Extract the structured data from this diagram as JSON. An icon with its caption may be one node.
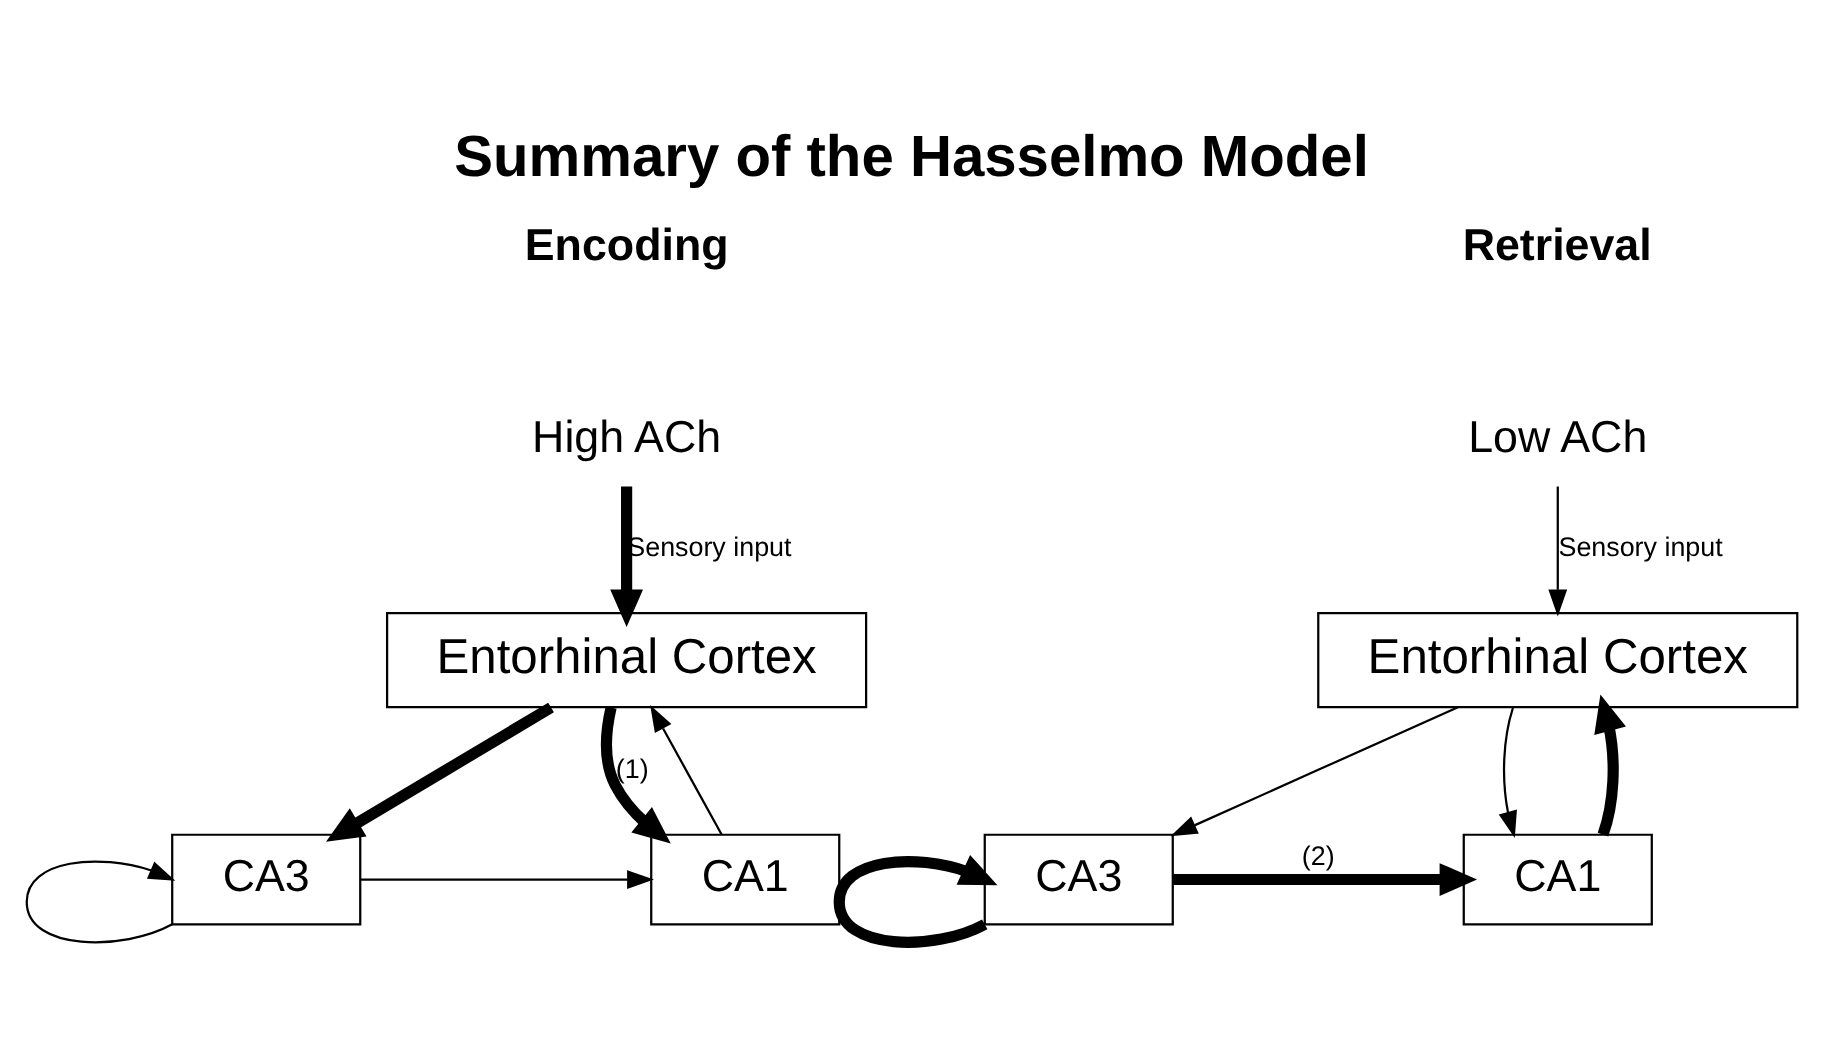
{
  "diagram": {
    "title": "Summary of the Hasselmo Model",
    "nodes": [
      {
        "text": [
          "High ACh"
        ]
      },
      {
        "text": [
          "Entorhinal Cortex"
        ]
      },
      {
        "text": [
          "CA3"
        ]
      },
      {
        "text": [
          "CA1"
        ]
      },
      {
        "text": [
          "Low ACh"
        ]
      },
      {
        "text": [
          "Entorhinal Cortex"
        ]
      },
      {
        "text": [
          "CA3"
        ]
      },
      {
        "text": [
          "CA1"
        ]
      }
    ],
    "edges": [
      {
        "from": 0,
        "to": 1,
        "arrow": "to",
        "label": "Sensory input",
        "style": "thick"
      },
      {
        "from": 1,
        "to": 2,
        "arrow": "to",
        "style": "thick"
      },
      {
        "from": 2,
        "to": 2,
        "arrow": "to"
      },
      {
        "from": 2,
        "to": 3,
        "arrow": "to"
      },
      {
        "from": 3,
        "to": 1,
        "arrow": "to"
      },
      {
        "from": 1,
        "to": 3,
        "arrow": "to",
        "label": "(1)",
        "style": "thick"
      },
      {
        "from": 4,
        "to": 5,
        "arrow": "to",
        "label": "Sensory input"
      },
      {
        "from": 5,
        "to": 6,
        "arrow": "to"
      },
      {
        "from": 6,
        "to": 6,
        "arrow": "to",
        "style": "thick"
      },
      {
        "from": 6,
        "to": 7,
        "arrow": "to",
        "label": "(2)",
        "style": "thick"
      },
      {
        "from": 7,
        "to": 5,
        "arrow": "to",
        "style": "thick"
      },
      {
        "from": 5,
        "to": 7,
        "arrow": "to"
      }
    ],
    "labels": [
      "Encoding",
      "Retrieval"
    ]
  }
}
